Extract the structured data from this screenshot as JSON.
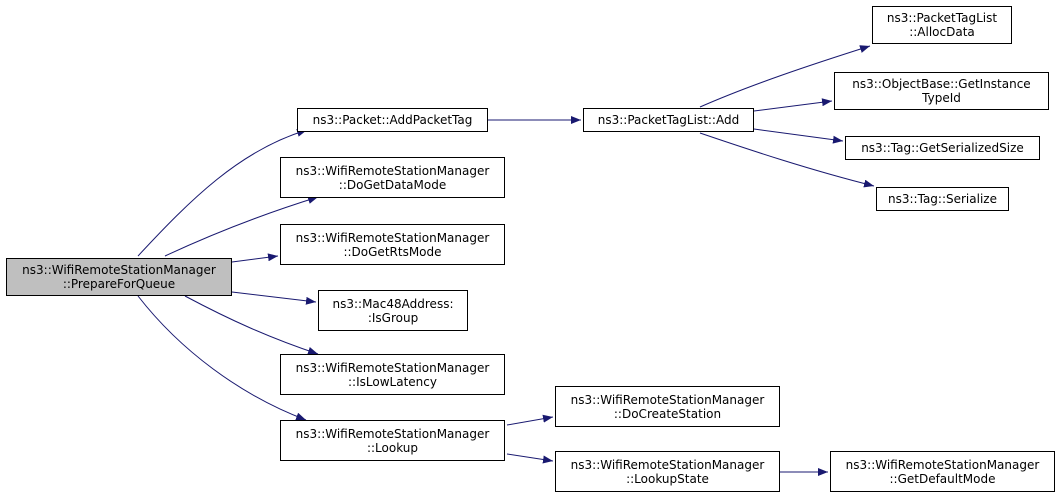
{
  "colors": {
    "edge": "#191970",
    "root_fill": "#bfbfbf",
    "node_fill": "#ffffff",
    "border": "#000000"
  },
  "nodes": {
    "root": {
      "line1": "ns3::WifiRemoteStationManager",
      "line2": "::PrepareForQueue"
    },
    "add_packet_tag": {
      "line1": "ns3::Packet::AddPacketTag"
    },
    "do_get_data_mode": {
      "line1": "ns3::WifiRemoteStationManager",
      "line2": "::DoGetDataMode"
    },
    "do_get_rts_mode": {
      "line1": "ns3::WifiRemoteStationManager",
      "line2": "::DoGetRtsMode"
    },
    "is_group": {
      "line1": "ns3::Mac48Address:",
      "line2": ":IsGroup"
    },
    "is_low_latency": {
      "line1": "ns3::WifiRemoteStationManager",
      "line2": "::IsLowLatency"
    },
    "lookup": {
      "line1": "ns3::WifiRemoteStationManager",
      "line2": "::Lookup"
    },
    "tag_list_add": {
      "line1": "ns3::PacketTagList::Add"
    },
    "alloc_data": {
      "line1": "ns3::PacketTagList",
      "line2": "::AllocData"
    },
    "get_instance_type_id": {
      "line1": "ns3::ObjectBase::GetInstance",
      "line2": "TypeId"
    },
    "get_serialized_size": {
      "line1": "ns3::Tag::GetSerializedSize"
    },
    "tag_serialize": {
      "line1": "ns3::Tag::Serialize"
    },
    "do_create_station": {
      "line1": "ns3::WifiRemoteStationManager",
      "line2": "::DoCreateStation"
    },
    "lookup_state": {
      "line1": "ns3::WifiRemoteStationManager",
      "line2": "::LookupState"
    },
    "get_default_mode": {
      "line1": "ns3::WifiRemoteStationManager",
      "line2": "::GetDefaultMode"
    }
  }
}
